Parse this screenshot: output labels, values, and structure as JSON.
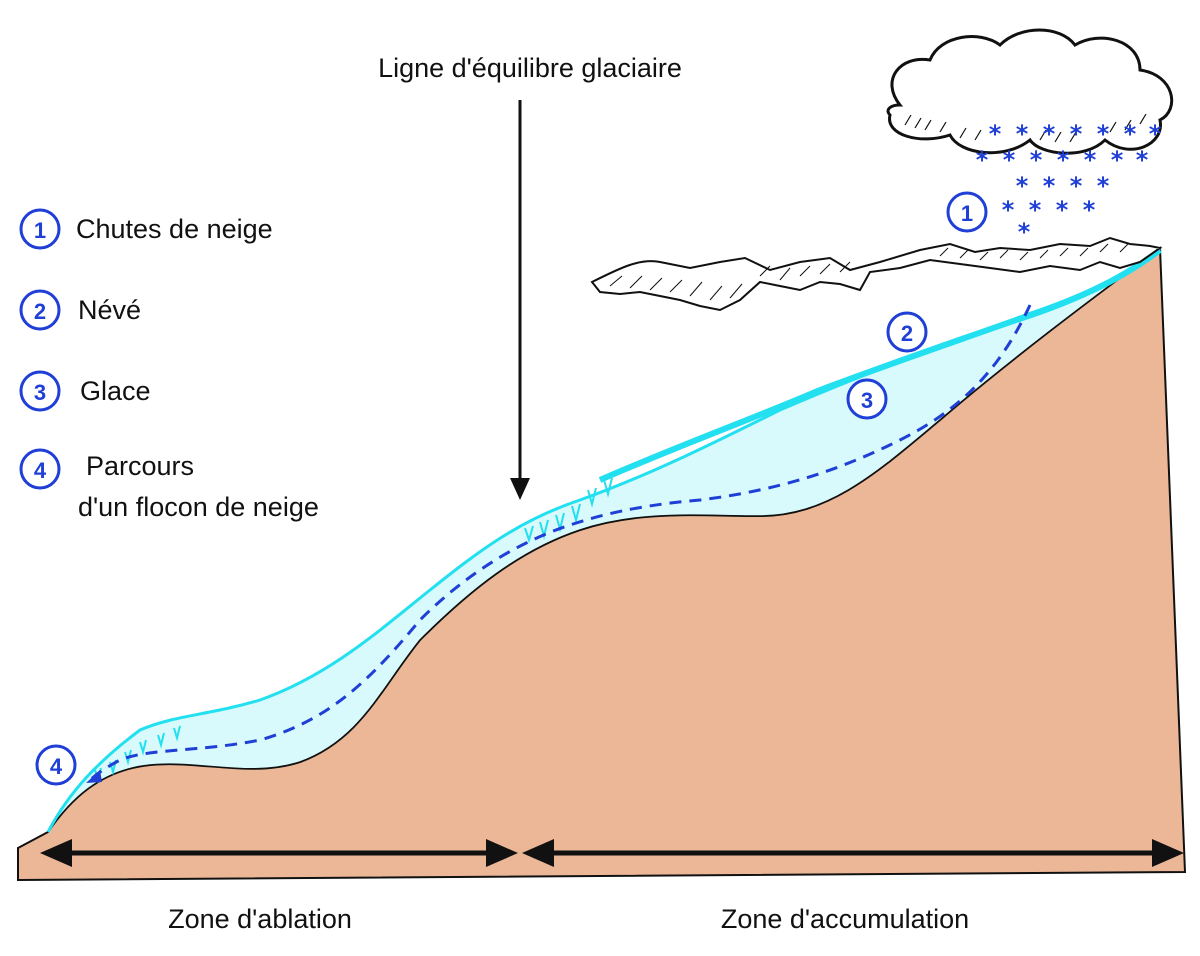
{
  "title": "Ligne d'équilibre glaciaire",
  "legend": [
    {
      "number": "1",
      "label": "Chutes de neige"
    },
    {
      "number": "2",
      "label": "Névé"
    },
    {
      "number": "3",
      "label": "Glace"
    },
    {
      "number": "4",
      "label_line1": "Parcours",
      "label_line2": "d'un flocon de neige"
    }
  ],
  "markers": {
    "snowfall": "1",
    "neve": "2",
    "ice": "3",
    "flake_path": "4"
  },
  "zones": {
    "ablation": "Zone d'ablation",
    "accumulation": "Zone d'accumulation"
  },
  "colors": {
    "rock": "#ecb797",
    "ice": "#d8fafc",
    "neve": "#22e0f0",
    "marker_blue": "#1f3fd6",
    "outline": "#111111"
  },
  "icons": {
    "cloud": "cloud-icon",
    "snowflake": "snowflake-icon",
    "mountains": "mountain-range-icon"
  }
}
